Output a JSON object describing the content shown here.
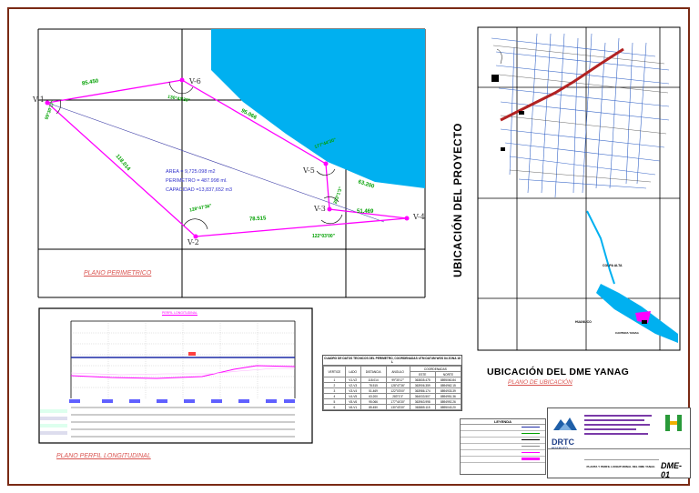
{
  "plan": {
    "vertices": [
      {
        "id": "v1",
        "label": "V-1"
      },
      {
        "id": "v2",
        "label": "V-2"
      },
      {
        "id": "v3",
        "label": "V-3"
      },
      {
        "id": "v4",
        "label": "V-4"
      },
      {
        "id": "v5",
        "label": "V-5"
      },
      {
        "id": "v6",
        "label": "V-6"
      }
    ],
    "sides": [
      "85.450",
      "95.066",
      "63.200",
      "51.469",
      "78.515",
      "118.014"
    ],
    "angles": [
      "99°30'17\"",
      "130°43'30\"",
      "177°44'30\"",
      "283°1'3\"",
      "122°03'00\"",
      "128°47'36\""
    ],
    "area": "AREA = 9,725.098 m2",
    "perimeter": "PERIMETRO = 487.998 ml.",
    "capacity": "CAPACIDAD =13,837,652 m3",
    "title": "PLANO PERIMETRICO"
  },
  "location": {
    "side_title": "UBICACIÓN DEL PROYECTO",
    "place_labels": [
      "COLPA ALTA",
      "RIO HUALLAGA",
      "HUANUCO",
      "CANTERA YANAG"
    ],
    "bottom_title": "UBICACIÓN DEL DME  YANAG",
    "subtitle": "PLANO DE UBICACIÓN"
  },
  "profile": {
    "title": "PLANO PERFIL LONGITUDINAL",
    "chart_label": "PERFIL LONGITUDINAL"
  },
  "table": {
    "title": "CUADRO DE DATOS TECNICOS DEL PERIMETRO, COORDENADAS UTM DATUM WGS 84 ZONA 18 L",
    "headers": [
      "VERTICE",
      "LADO",
      "DISTANCIA",
      "ANGULO",
      "COORDENADAS"
    ],
    "sub_headers": [
      "ESTE",
      "NORTE"
    ],
    "rows": [
      [
        "1",
        "V1-V2",
        "118.014",
        "99°30'17\"",
        "363835.475",
        "8895060.84"
      ],
      [
        "2",
        "V2-V3",
        "78.515",
        "128°47'36\"",
        "363906.359",
        "8894962.15"
      ],
      [
        "3",
        "V3-V4",
        "51.469",
        "122°03'00\"",
        "363986.174",
        "8894933.39"
      ],
      [
        "4",
        "V4-V5",
        "63.200",
        "283°1'3\"",
        "364033.507",
        "8894951.36"
      ],
      [
        "5",
        "V5-V6",
        "95.066",
        "177°44'30\"",
        "363963.998",
        "8894992.26"
      ],
      [
        "6",
        "V6-V1",
        "85.450",
        "130°43'30\"",
        "363885.115",
        "8895043.20"
      ]
    ]
  },
  "legend": {
    "title": "LEYENDA"
  },
  "title_block": {
    "org": "DRTC",
    "region": "HUANUCO",
    "code": "DME-01",
    "sheet_title": "PLANTA Y PERFIL LONGITUDINAL DEL DME YANAG"
  },
  "colors": {
    "frame": "#7a2a14",
    "river": "#00b0f0",
    "perimeter": "#ff00ff",
    "dims": "#00a000",
    "road": "#b22222"
  }
}
